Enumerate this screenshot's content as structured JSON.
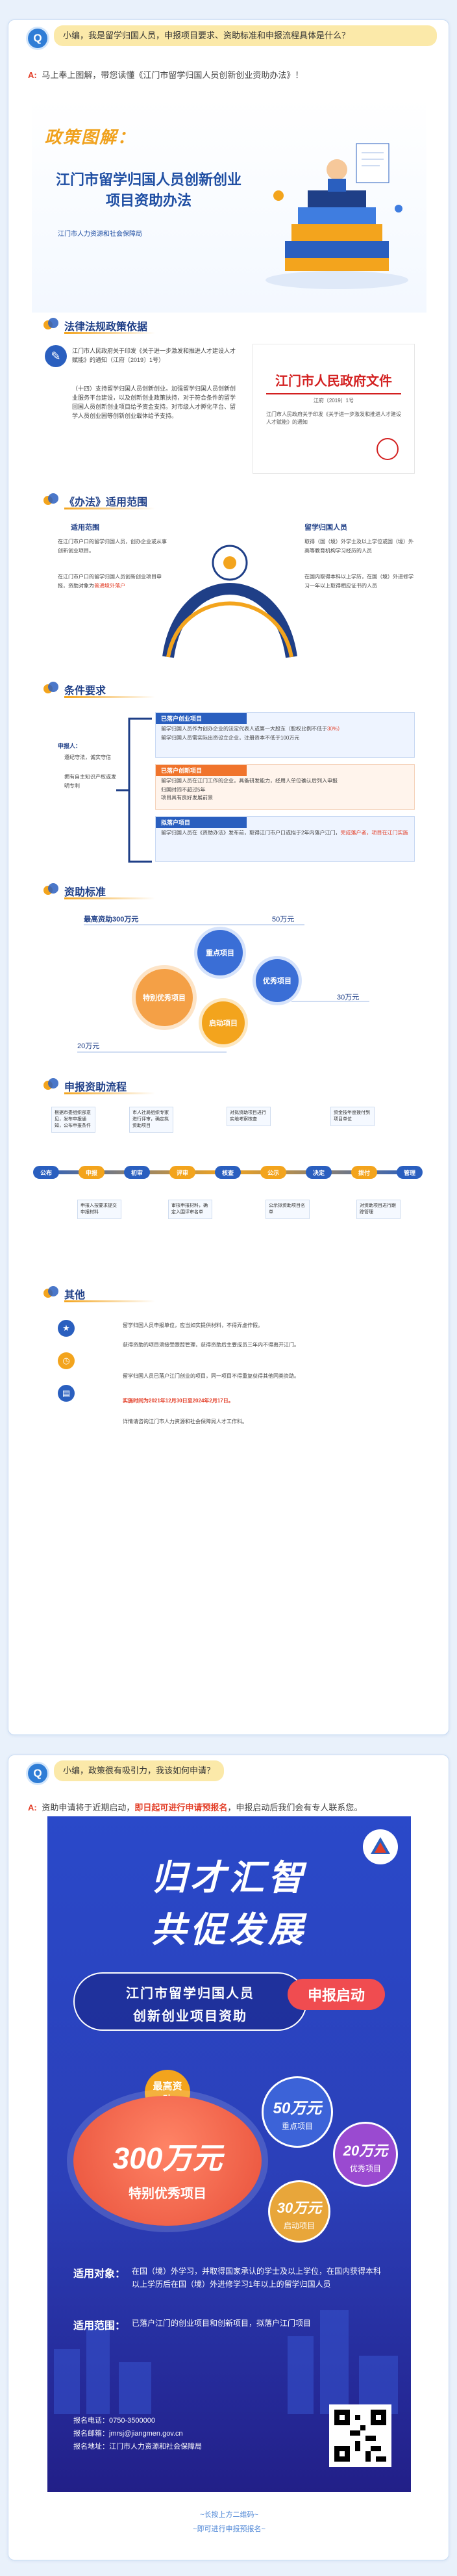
{
  "qa1": {
    "q_icon": "Q",
    "question": "小编，我是留学归国人员，申报项目要求、资助标准和申报流程具体是什么？",
    "answer_label": "A:",
    "answer": "马上奉上图解，带您读懂《江门市留学归国人员创新创业资助办法》！"
  },
  "infographic": {
    "hero_tag": "政策图解：",
    "hero_title_l1": "江门市留学归国人员创新创业",
    "hero_title_l2": "项目资助办法",
    "hero_publisher": "江门市人力资源和社会保障局",
    "sec1_title": "法律法规政策依据",
    "sec1_text1": "江门市人民政府关于印发《关于进一步激发和推进人才建设人才赋能》的通知（江府〔2019〕1号）",
    "sec1_text2": "（十四）支持留学归国人员创新创业。加强留学归国人员创新创业服务平台建设，以及创新创业政策扶持，对于符合条件的留学回国人员创新创业项目给予资金支持。对市级人才孵化平台、留学人员创业园等创新创业载体给予支持。",
    "doc_header": "江门市人民政府文件",
    "doc_number": "江府〔2019〕1号",
    "doc_text": "江门市人民政府关于印发《关于进一步激发和推进人才建设人才赋能》的通知",
    "sec2_title": "《办法》适用范围",
    "scope_label": "适用范围",
    "scope_text1": "在江门市户口的留学归国人员，创办企业或从事创新创业项目。",
    "scope_text2": "在江门市户口的留学归国人员创新创业项目申报，资助对象为",
    "scope_text2b": "普通境外落户",
    "returnee_label": "留学归国人员",
    "returnee_text1": "取得（国（境）外学士及以上学位或国（境）外高等教育机构学习经历的人员",
    "returnee_text2": "在国内取得本科以上学历，在国（境）外进修学习一年以上取得相应证书的人员",
    "sec3_title": "条件要求",
    "applicant_label": "申报人：",
    "applicant_a": "遵纪守法，诚实守信",
    "applicant_b": "拥有自主知识产权或发明专利",
    "cond1_title": "已落户创业项目",
    "cond1_a": "留学归国人员作为创办企业的法定代表人或第一大股东（股权比例不低于",
    "cond1_a2": "30%）",
    "cond1_b": "留学归国人员需实际出资设立企业，注册资本不低于100万元",
    "cond2_title": "已落户创新项目",
    "cond2_a": "留学归国人员在江门工作的企业，具备研发能力，经用人单位确认后列入申报",
    "cond2_b": "归国时间不超过5年",
    "cond2_c": "项目具有良好发展前景",
    "cond3_title": "拟落户项目",
    "cond3_a": "留学归国人员在《资助办法》发布前，取得江门市户口或拟于2年内落户江门，",
    "cond3_a2": "完成落户者，项目在江门实施",
    "sec4_title": "资助标准",
    "top_amount": "最高资助300万元",
    "grant_50": "50万元",
    "grant_30": "30万元",
    "grant_20": "20万元",
    "bubble_special": "特别优秀项目",
    "bubble_key": "重点项目",
    "bubble_good": "优秀项目",
    "bubble_startup": "启动项目",
    "sec5_title": "申报资助流程",
    "steps": [
      "公布",
      "申报",
      "初审",
      "评审",
      "核查",
      "公示",
      "决定",
      "拨付",
      "管理"
    ],
    "step_note_top1": "根据市委组织部意见，发布申报通知，公布申报条件",
    "step_note_top2": "市人社局组织专家进行评审，确定拟资助项目",
    "step_note_top3": "对拟资助项目进行实地考察核查",
    "step_note_top4": "资金按年度拨付到项目单位",
    "step_note_bot1": "申报人按要求提交申报材料",
    "step_note_bot2": "审核申报材料，确定入围评审名单",
    "step_note_bot3": "公示拟资助项目名单",
    "step_note_bot4": "对资助项目进行跟踪管理",
    "sec6_title": "其他",
    "other_1": "留学归国人员申报单位，应当如实提供材料，不得弄虚作假。",
    "other_2": "获得资助的项目须接受跟踪管理，获得资助后主要成员三年内不得离开江门。",
    "other_3": "留学归国人员已落户江门创业的项目，同一项目不得重复获得其他同类资助。",
    "other_date": "实施时间为2021年12月30日至2024年2月17日。",
    "other_contact": "详情请咨询江门市人力资源和社会保障局人才工作科。"
  },
  "qa2": {
    "q_icon": "Q",
    "question": "小编，政策很有吸引力，我该如何申请？",
    "answer_label": "A:",
    "answer_pre": "资助申请将于近期启动，",
    "answer_hl": "即日起可进行申请预报名",
    "answer_post": "，申报启动后我们会有专人联系您。"
  },
  "poster": {
    "headline1": "归才汇智",
    "headline2": "共促发展",
    "banner_l1": "江门市留学归国人员",
    "banner_l2": "创新创业项目资助",
    "launch": "申报启动",
    "max_label": "最高资助",
    "big_amount": "300万元",
    "big_sub": "特别优秀项目",
    "c50": "50万元",
    "c50_sub": "重点项目",
    "c20": "20万元",
    "c20_sub": "优秀项目",
    "c30": "30万元",
    "c30_sub": "启动项目",
    "target_label": "适用对象：",
    "target_text": "在国（境）外学习，并取得国家承认的学士及以上学位，在国内获得本科以上学历后在国（境）外进修学习1年以上的留学归国人员",
    "scope_label": "适用范围：",
    "scope_text": "已落户江门的创业项目和创新项目，拟落户江门项目",
    "contact1": "报名电话：0750-3500000",
    "contact2": "报名邮箱：jmrsj@jiangmen.gov.cn",
    "contact3": "报名地址：江门市人力资源和社会保障局"
  },
  "footer": {
    "line1": "~长按上方二维码~",
    "line2": "~即可进行申报预报名~"
  },
  "colors": {
    "accent_blue": "#2f7dd6",
    "navy": "#1f3f87",
    "orange": "#f3a41d",
    "red": "#e3402a",
    "question_bg": "#fbe9a9"
  }
}
